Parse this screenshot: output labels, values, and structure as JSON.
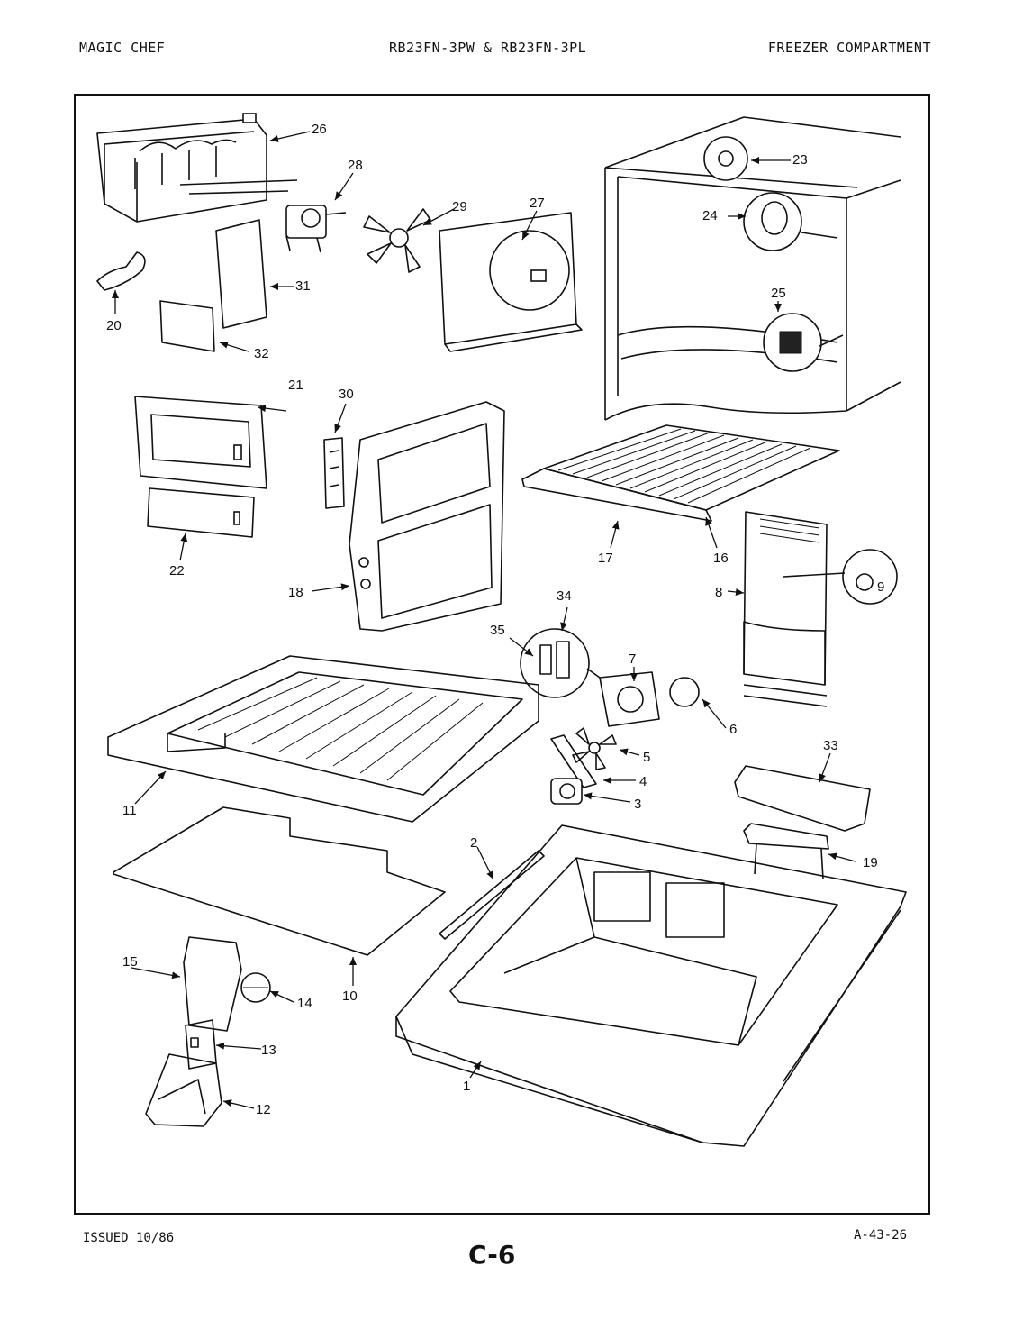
{
  "header": {
    "brand": "MAGIC CHEF",
    "model": "RB23FN-3PW & RB23FN-3PL",
    "section": "FREEZER COMPARTMENT"
  },
  "footer": {
    "issued": "ISSUED 10/86",
    "page_id": "C-6",
    "doc_id": "A-43-26"
  },
  "callouts": [
    "1",
    "2",
    "3",
    "4",
    "5",
    "6",
    "7",
    "8",
    "9",
    "10",
    "11",
    "12",
    "13",
    "14",
    "15",
    "16",
    "17",
    "18",
    "19",
    "20",
    "21",
    "22",
    "23",
    "24",
    "25",
    "26",
    "27",
    "28",
    "29",
    "30",
    "31",
    "32",
    "33",
    "34",
    "35"
  ]
}
